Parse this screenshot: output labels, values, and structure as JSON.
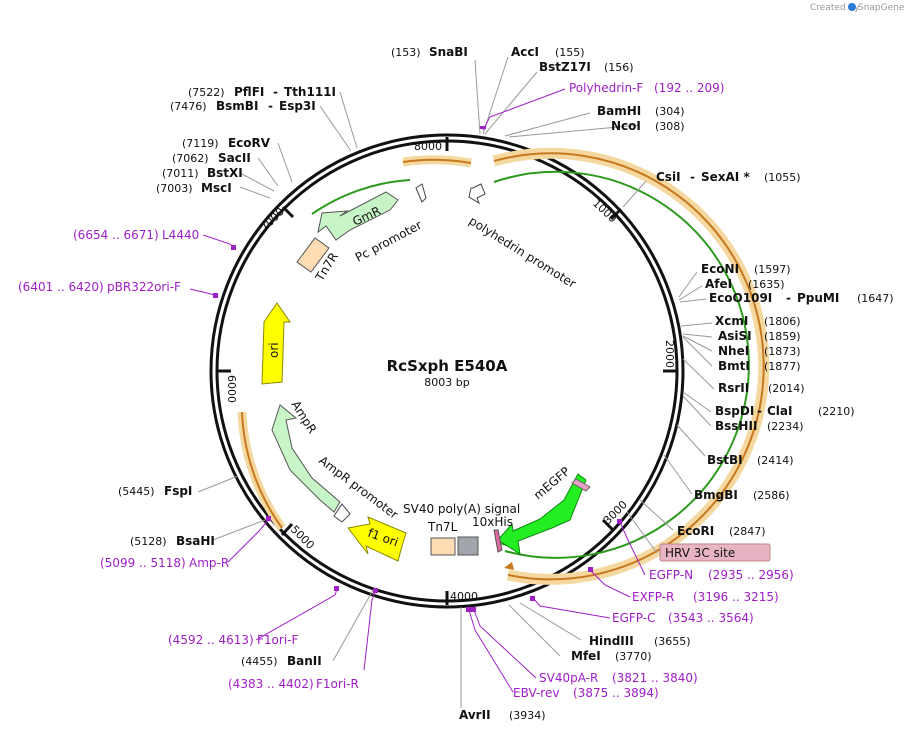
{
  "credit": {
    "created_by": "Created by",
    "brand": "SnapGene"
  },
  "plasmid": {
    "name": "RcSxph E540A",
    "size": "8003 bp"
  },
  "ruler": [
    "1000",
    "2000",
    "3000",
    "4000",
    "5000",
    "6000",
    "7000",
    "8000"
  ],
  "features": {
    "polyhedrin_promoter": "polyhedrin promoter",
    "mEGFP": "mEGFP",
    "sv40": "SV40 poly(A) signal",
    "his": "10xHis",
    "tn7l": "Tn7L",
    "f1ori": "f1 ori",
    "ampr_promoter": "AmpR promoter",
    "ampr": "AmpR",
    "ori": "ori",
    "tn7r": "Tn7R",
    "pc_promoter": "Pc promoter",
    "gmr": "GmR",
    "hrv": "HRV 3C site"
  },
  "sites": {
    "snabi": {
      "pos": "(153)",
      "name": "SnaBI"
    },
    "acci": {
      "name": "AccI",
      "pos": "(155)"
    },
    "bstz17i": {
      "name": "BstZ17I",
      "pos": "(156)"
    },
    "bamhi": {
      "name": "BamHI",
      "pos": "(304)"
    },
    "ncoi": {
      "name": "NcoI",
      "pos": "(308)"
    },
    "csii": {
      "name": "CsiI",
      "sep": "-",
      "name2": "SexAI *",
      "pos": "(1055)"
    },
    "econi": {
      "name": "EcoNI",
      "pos": "(1597)"
    },
    "afei": {
      "name": "AfeI",
      "pos": "(1635)"
    },
    "ecoo109i": {
      "name": "EcoO109I",
      "sep": "-",
      "name2": "PpuMI",
      "pos": "(1647)"
    },
    "xcmi": {
      "name": "XcmI",
      "pos": "(1806)"
    },
    "asisi": {
      "name": "AsiSI",
      "pos": "(1859)"
    },
    "nhei": {
      "name": "NheI",
      "pos": "(1873)"
    },
    "bmti": {
      "name": "BmtI",
      "pos": "(1877)"
    },
    "rsrii": {
      "name": "RsrII",
      "pos": "(2014)"
    },
    "bspdi": {
      "name": "BspDI",
      "sep": "-",
      "name2": "ClaI",
      "pos": "(2210)"
    },
    "besshii": {
      "name": "BssHII",
      "pos": "(2234)"
    },
    "bstbi": {
      "name": "BstBI",
      "pos": "(2414)"
    },
    "bmgbi": {
      "name": "BmgBI",
      "pos": "(2586)"
    },
    "ecori": {
      "name": "EcoRI",
      "pos": "(2847)"
    },
    "hindiii": {
      "name": "HindIII",
      "pos": "(3655)"
    },
    "mfei": {
      "name": "MfeI",
      "pos": "(3770)"
    },
    "avrii": {
      "name": "AvrII",
      "pos": "(3934)"
    },
    "banii": {
      "pos": "(4455)",
      "name": "BanII"
    },
    "bsahi": {
      "pos": "(5128)",
      "name": "BsaHI"
    },
    "fspi": {
      "pos": "(5445)",
      "name": "FspI"
    },
    "msci": {
      "pos": "(7003)",
      "name": "MscI"
    },
    "bstxi": {
      "pos": "(7011)",
      "name": "BstXI"
    },
    "sacii": {
      "pos": "(7062)",
      "name": "SacII"
    },
    "ecorv": {
      "pos": "(7119)",
      "name": "EcoRV"
    },
    "bsmbi": {
      "pos": "(7476)",
      "name": "BsmBI",
      "sep": "-",
      "name2": "Esp3I"
    },
    "pflfi": {
      "pos": "(7522)",
      "name": "PflFI",
      "sep": "-",
      "name2": "Tth111I"
    }
  },
  "primers": {
    "polyhedrin_f": {
      "name": "Polyhedrin-F",
      "range": "(192 .. 209)"
    },
    "egfp_n": {
      "name": "EGFP-N",
      "range": "(2935 .. 2956)"
    },
    "exfp_r": {
      "name": "EXFP-R",
      "range": "(3196 .. 3215)"
    },
    "egfp_c": {
      "name": "EGFP-C",
      "range": "(3543 .. 3564)"
    },
    "sv40pa_r": {
      "name": "SV40pA-R",
      "range": "(3821 .. 3840)"
    },
    "ebv_rev": {
      "name": "EBV-rev",
      "range": "(3875 .. 3894)"
    },
    "f1ori_f": {
      "range": "(4592 .. 4613)",
      "name": "F1ori-F"
    },
    "f1ori_r": {
      "range": "(4383 .. 4402)",
      "name": "F1ori-R"
    },
    "amp_r": {
      "range": "(5099 .. 5118)",
      "name": "Amp-R"
    },
    "pbr322ori_f": {
      "range": "(6401 .. 6420)",
      "name": "pBR322ori-F"
    },
    "l4440": {
      "range": "(6654 .. 6671)",
      "name": "L4440"
    }
  },
  "colors": {
    "backbone": "#111111",
    "orf_orange": "#c8781e",
    "orf_green": "#2d9a1e",
    "egfp": "#22ee22",
    "resistance": "#c8f5c8",
    "ori": "#ffff00",
    "transposon": "#ffdcb4",
    "tag": "#a0a6ab",
    "primer": "#a020c8",
    "hrv_box": "#e8b4c4"
  }
}
